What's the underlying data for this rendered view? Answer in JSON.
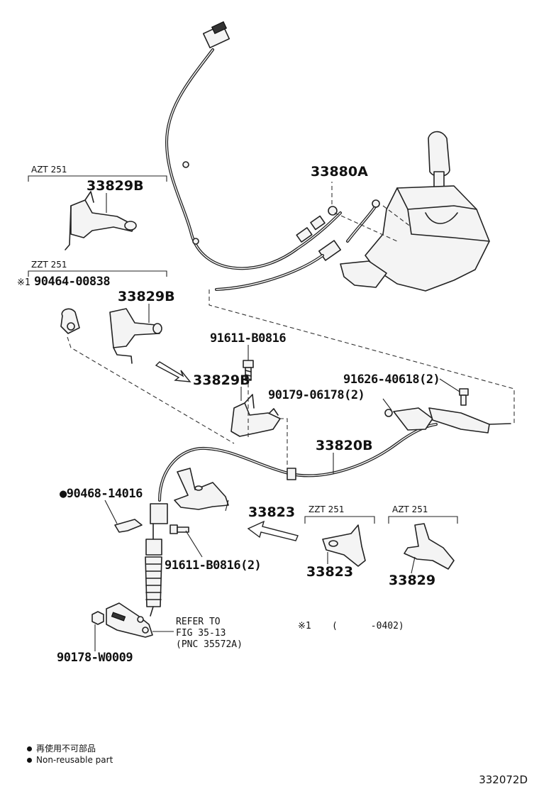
{
  "groups": {
    "azt_top": "AZT 251",
    "zzt_top": "ZZT 251",
    "zzt_bottom": "ZZT 251",
    "azt_bottom": "AZT 251"
  },
  "labels": {
    "p33880A": "33880A",
    "p33829B_azt": "33829B",
    "p90464": "90464-00838",
    "note_mark": "※1",
    "p33829B_zzt": "33829B",
    "p91611_top": "91611-B0816",
    "p33829B_mid": "33829B",
    "p91626": "91626-40618(2)",
    "p90179": "90179-06178(2)",
    "p33820B": "33820B",
    "p90468": "●90468-14016",
    "p33823": "33823",
    "p91611_bot": "91611-B0816(2)",
    "p33823_zzt": "33823",
    "p33829_azt": "33829",
    "refer_line1": "REFER TO",
    "refer_line2": "FIG 35-13",
    "refer_line3": "(PNC 35572A)",
    "footnote_mark": "※1",
    "footnote_range": "(      -0402)",
    "p90178": "90178-W0009"
  },
  "legend": {
    "line1": "再使用不可部品",
    "line2": "Non-reusable part"
  },
  "figure_code": "332072D"
}
